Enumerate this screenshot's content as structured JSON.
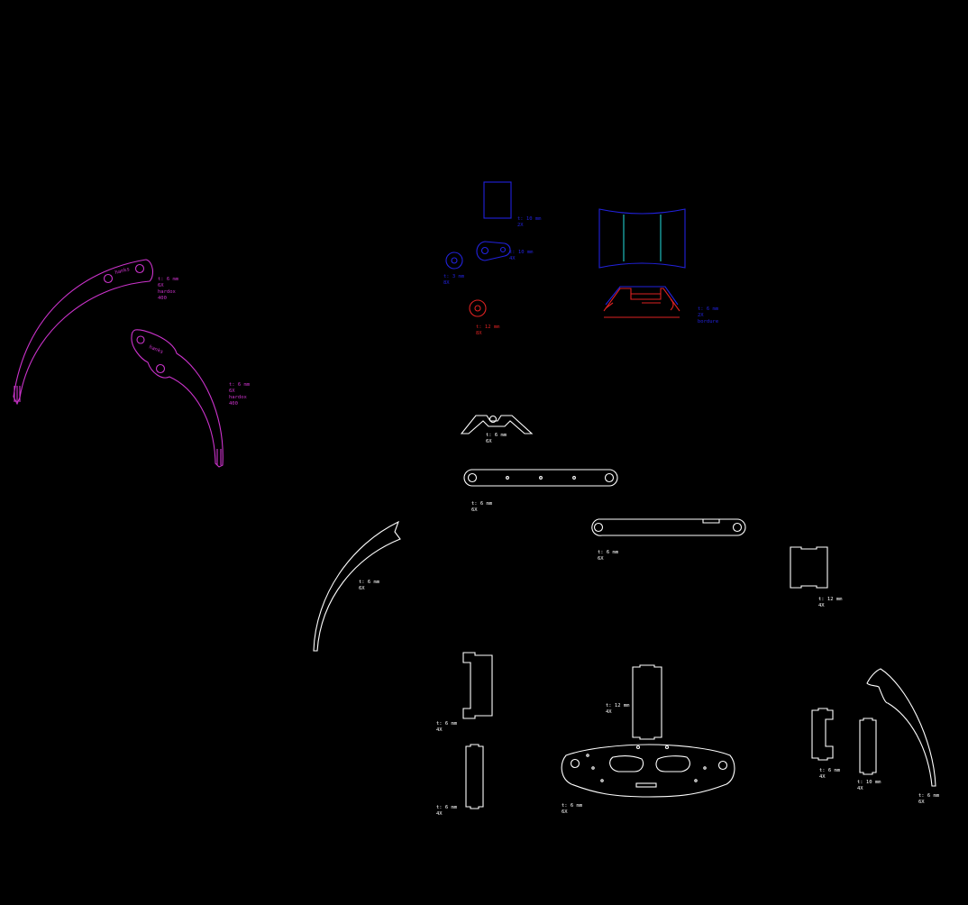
{
  "colors": {
    "background": "#000000",
    "outline_white": "#ffffff",
    "outline_magenta": "#cc33cc",
    "outline_blue": "#2222dd",
    "outline_red": "#dd2222",
    "outline_cyan": "#22cccc"
  },
  "parts": {
    "mag_claw_large": {
      "engrave": "hanks",
      "line1": "t: 6 mm",
      "line2": "6X",
      "line3": "hardox",
      "line4": "400"
    },
    "mag_claw_small": {
      "engrave": "hanks",
      "line1": "t: 6 mm",
      "line2": "6X",
      "line3": "hardox",
      "line4": "400"
    },
    "blue_rect": {
      "line1": "t: 10 mm",
      "line2": "2X"
    },
    "blue_washer": {
      "line1": "t: 3 mm",
      "line2": "8X"
    },
    "blue_link": {
      "line1": "t: 10 mm",
      "line2": "4X"
    },
    "red_washer": {
      "line1": "t: 12 mm",
      "line2": "8X"
    },
    "blue_panel": {},
    "red_profile": {
      "line1": "t: 6 mm",
      "line2": "2X",
      "line3": "bordure"
    },
    "bridge": {
      "line1": "t: 6 mm",
      "line2": "6X"
    },
    "link_bar": {
      "line1": "t: 6 mm",
      "line2": "6X"
    },
    "long_link": {
      "line1": "t: 6 mm",
      "line2": "6X"
    },
    "arc_blade": {
      "line1": "t: 6 mm",
      "line2": "6X"
    },
    "square_tab": {
      "line1": "t: 12 mm",
      "line2": "4X"
    },
    "c_bracket": {
      "line1": "t: 6 mm",
      "line2": "4X"
    },
    "slot_bar_left": {
      "line1": "t: 6 mm",
      "line2": "4X"
    },
    "slot_bar_center": {
      "line1": "t: 12 mm",
      "line2": "4X"
    },
    "base_plate": {
      "line1": "t: 6 mm",
      "line2": "6X"
    },
    "small_bracket": {
      "line1": "t: 6 mm",
      "line2": "4X"
    },
    "small_bar": {
      "line1": "t: 10 mm",
      "line2": "4X"
    },
    "hook_claw": {
      "line1": "t: 6 mm",
      "line2": "6X"
    }
  }
}
